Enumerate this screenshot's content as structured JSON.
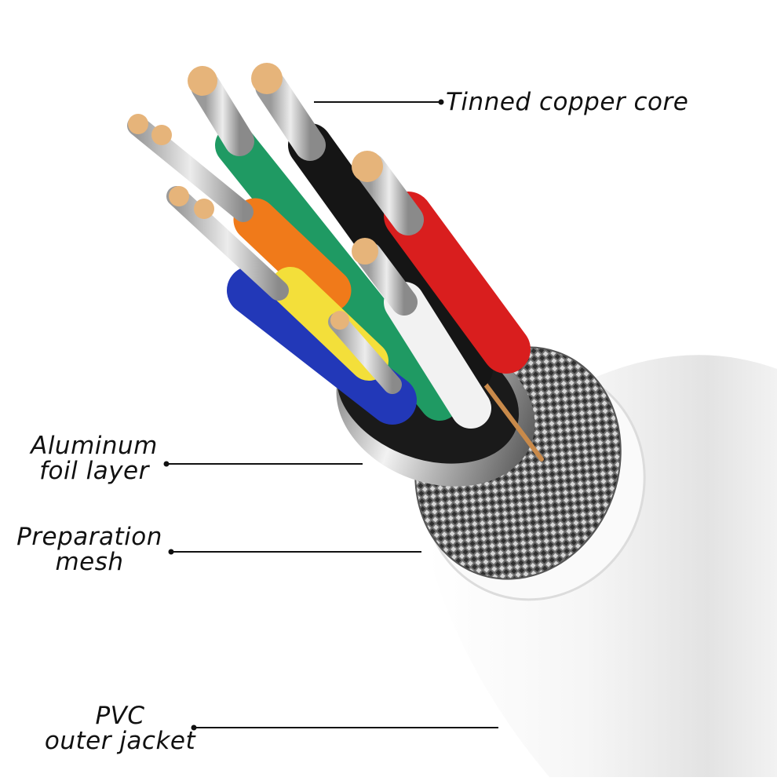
{
  "labels": {
    "core": "Tinned copper core",
    "foil": [
      "Aluminum",
      "foil layer"
    ],
    "mesh": [
      "Preparation",
      "mesh"
    ],
    "jacket": [
      "PVC",
      "outer jacket"
    ]
  },
  "colors": {
    "green": "#1f9a63",
    "black": "#151515",
    "red": "#d91e1e",
    "white_wire": "#f2f2f2",
    "orange": "#f07a1a",
    "yellow": "#f3df3a",
    "blue": "#2238b8",
    "copper": "#e6b47a",
    "silver": "#c9c9c9",
    "mesh": "#8d8d8d",
    "jacket": "#f5f5f5",
    "leader": "#111111"
  }
}
